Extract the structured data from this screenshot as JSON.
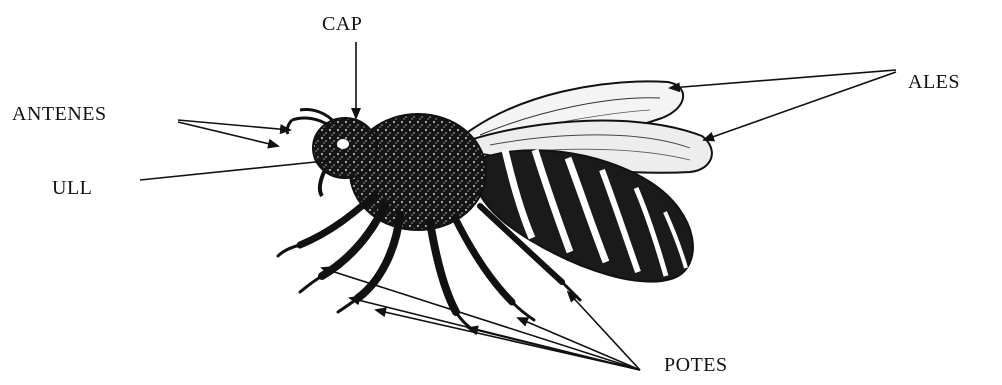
{
  "labels": {
    "cap": "CAP",
    "antenes": "ANTENES",
    "ull": "ULL",
    "ales": "ALES",
    "potes": "POTES"
  },
  "colors": {
    "ink": "#111111",
    "wing_fill": "#f2f2f2",
    "body_dark": "#1a1a1a",
    "stripe_light": "#ffffff"
  }
}
